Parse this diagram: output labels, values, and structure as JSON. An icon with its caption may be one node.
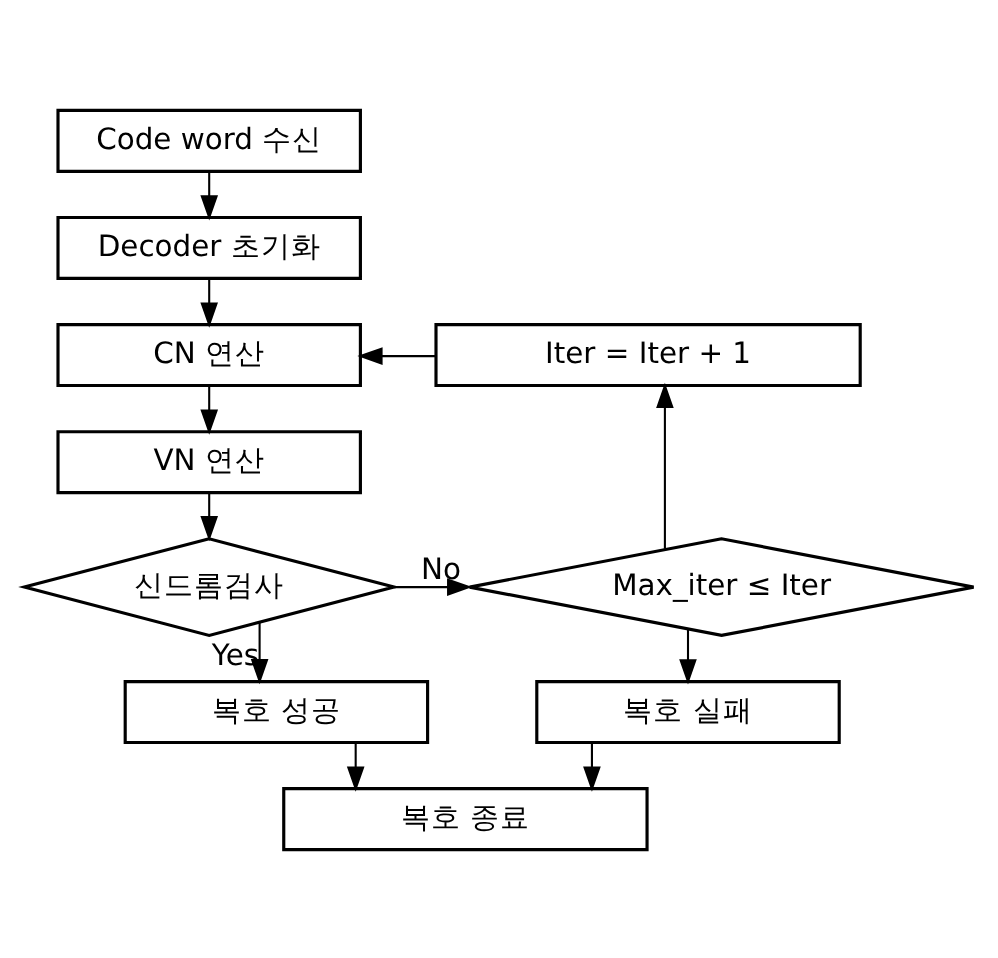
{
  "diagram": {
    "nodes": [
      {
        "text": [
          "Code word 수신"
        ]
      },
      {
        "text": [
          "Decoder 초기화"
        ]
      },
      {
        "text": [
          "CN 연산"
        ]
      },
      {
        "text": [
          "Iter = Iter + 1"
        ]
      },
      {
        "text": [
          "VN 연산"
        ]
      },
      {
        "text": [
          "신드롬검사"
        ]
      },
      {
        "text": [
          "Max_iter ≤ Iter"
        ]
      },
      {
        "text": [
          "복호 성공"
        ]
      },
      {
        "text": [
          "복호 실패"
        ]
      },
      {
        "text": [
          "복호 종료"
        ]
      }
    ],
    "edges": [
      {
        "from": 0,
        "to": 1,
        "arrow": "to"
      },
      {
        "from": 1,
        "to": 2,
        "arrow": "to"
      },
      {
        "from": 2,
        "to": 4,
        "arrow": "to"
      },
      {
        "from": 4,
        "to": 5,
        "arrow": "to"
      },
      {
        "from": 5,
        "to": 6,
        "arrow": "to",
        "label": "No"
      },
      {
        "from": 5,
        "to": 7,
        "arrow": "to",
        "label": "Yes"
      },
      {
        "from": 6,
        "to": 8,
        "arrow": "to"
      },
      {
        "from": 6,
        "to": 3,
        "arrow": "to"
      },
      {
        "from": 3,
        "to": 2,
        "arrow": "to"
      },
      {
        "from": 7,
        "to": 9,
        "arrow": "to"
      },
      {
        "from": 8,
        "to": 9,
        "arrow": "to"
      }
    ]
  }
}
